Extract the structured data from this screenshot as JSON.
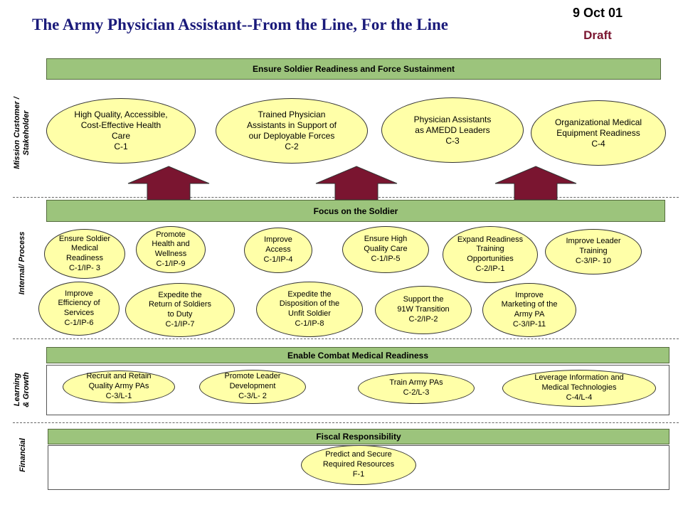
{
  "header": {
    "title": "The Army Physician Assistant--From the Line, For the Line",
    "date": "9 Oct 01",
    "status": "Draft"
  },
  "perspectives": {
    "mission": "Mission Customer /\nStakeholder",
    "internal": "Internal/ Process",
    "learning": "Learning\n& Growth",
    "financial": "Financial"
  },
  "bars": {
    "mission": "Ensure Soldier Readiness and Force Sustainment",
    "internal": "Focus on the Soldier",
    "learning": "Enable Combat Medical Readiness",
    "financial": "Fiscal Responsibility"
  },
  "mission_objectives": [
    "High Quality, Accessible,\nCost-Effective Health\nCare\nC-1",
    "Trained Physician\nAssistants in Support of\nour Deployable Forces\nC-2",
    "Physician Assistants\nas AMEDD Leaders\nC-3",
    "Organizational Medical\nEquipment Readiness\nC-4"
  ],
  "internal_objectives": [
    "Ensure Soldier\nMedical\nReadiness\nC-1/IP- 3",
    "Promote\nHealth and\nWellness\nC-1/IP-9",
    "Improve\nAccess\nC-1/IP-4",
    "Ensure High\nQuality Care\nC-1/IP-5",
    "Expand Readiness\nTraining\nOpportunities\nC-2/IP-1",
    "Improve Leader\nTraining\nC-3/IP- 10",
    "Improve\nEfficiency of\nServices\nC-1/IP-6",
    "Expedite the\nReturn of Soldiers\nto Duty\nC-1/IP-7",
    "Expedite the\nDisposition of the\nUnfit Soldier\nC-1/IP-8",
    "Support the\n91W Transition\nC-2/IP-2",
    "Improve\nMarketing of the\nArmy PA\nC-3/IP-11"
  ],
  "learning_objectives": [
    "Recruit and Retain\nQuality Army PAs\nC-3/L-1",
    "Promote Leader\nDevelopment\nC-3/L- 2",
    "Train Army PAs\nC-2/L-3",
    "Leverage Information and\nMedical Technologies\nC-4/L-4"
  ],
  "financial_objectives": [
    "Predict and Secure\nRequired Resources\nF-1"
  ],
  "colors": {
    "bar_fill": "#9cc47c",
    "ellipse_fill": "#ffffa8",
    "arrow_fill": "#7a1530",
    "title_color": "#1a1a7a",
    "status_color": "#7a1530"
  }
}
